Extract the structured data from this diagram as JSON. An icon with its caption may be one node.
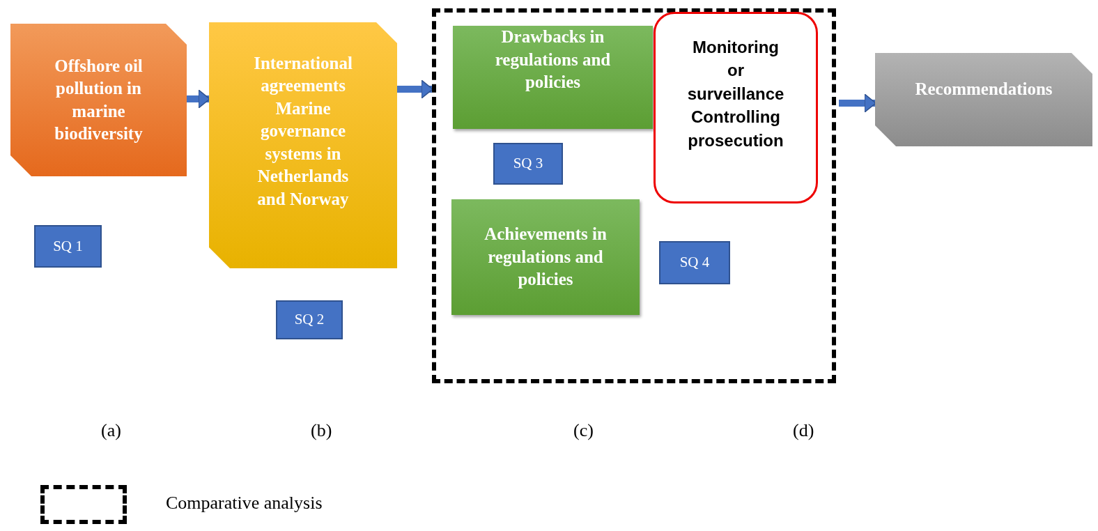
{
  "diagram": {
    "nodes": [
      {
        "text": [
          "Offshore oil pollution in marine biodiversity"
        ]
      },
      {
        "text": [
          "International agreements Marine governance systems in Netherlands and Norway"
        ]
      },
      {
        "text": [],
        "shape": "box"
      },
      {
        "text": [
          "Drawbacks in regulations and policies"
        ],
        "in": 2
      },
      {
        "text": [
          "SQ 3"
        ],
        "in": 2
      },
      {
        "text": [
          "Monitoring or surveillance Controlling prosecution"
        ],
        "in": 2
      },
      {
        "text": [
          "Achievements in regulations and policies"
        ],
        "in": 2
      },
      {
        "text": [
          "SQ 4"
        ],
        "in": 2
      },
      {
        "text": [
          "Recommendations"
        ]
      },
      {
        "text": [
          "SQ 1"
        ]
      },
      {
        "text": [
          "SQ 2"
        ]
      }
    ],
    "edges": [
      {
        "from": 0,
        "to": 1,
        "arrow": "to"
      },
      {
        "from": 1,
        "to": 2,
        "arrow": "to"
      },
      {
        "from": 2,
        "to": 8,
        "arrow": "to"
      }
    ],
    "labels": [
      "(a)",
      "(b)",
      "(c)",
      "(d)"
    ],
    "legend": [
      {
        "text": "Comparative analysis"
      }
    ]
  }
}
